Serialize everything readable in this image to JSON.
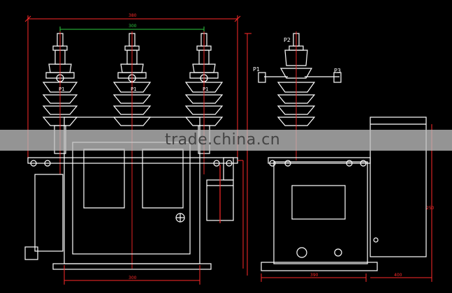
{
  "drawing": {
    "watermark": "trade.china.cn",
    "labels": {
      "phase_left": "P1",
      "phase_mid": "P1",
      "phase_right": "P1",
      "side_top": "P2",
      "side_left": "P1",
      "side_right": "P3"
    },
    "dimensions": {
      "top_overall": "380",
      "top_pitch": "300",
      "bottom_front": "300",
      "bottom_side": "250",
      "side_bottom_a": "390",
      "side_bottom_b": "400"
    },
    "colors": {
      "background": "#000000",
      "outline": "#ffffff",
      "dimension": "#ff2a2a",
      "pitch_line": "#2ecc40",
      "watermark_band": "#bdbdbd"
    }
  }
}
